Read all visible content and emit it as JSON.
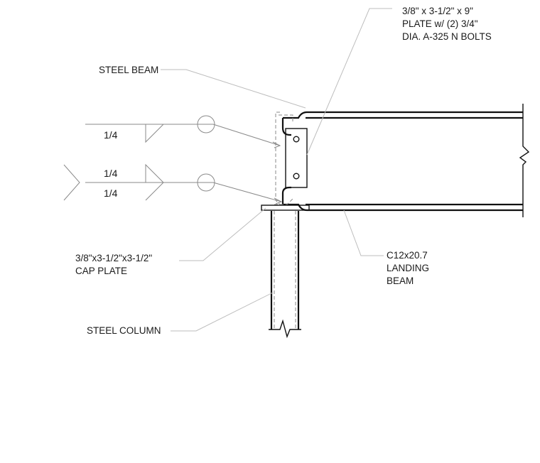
{
  "labels": {
    "plate_line1": "3/8\" x 3-1/2\" x 9\"",
    "plate_line2": "PLATE w/ (2) 3/4\"",
    "plate_line3": "DIA. A-325 N BOLTS",
    "steel_beam": "STEEL BEAM",
    "cap_plate_line1": "3/8\"x3-1/2\"x3-1/2\"",
    "cap_plate_line2": "CAP PLATE",
    "landing_line1": "C12x20.7",
    "landing_line2": "LANDING",
    "landing_line3": "BEAM",
    "steel_column": "STEEL COLUMN"
  },
  "welds": {
    "top": "1/4",
    "mid_upper": "1/4",
    "mid_lower": "1/4"
  }
}
